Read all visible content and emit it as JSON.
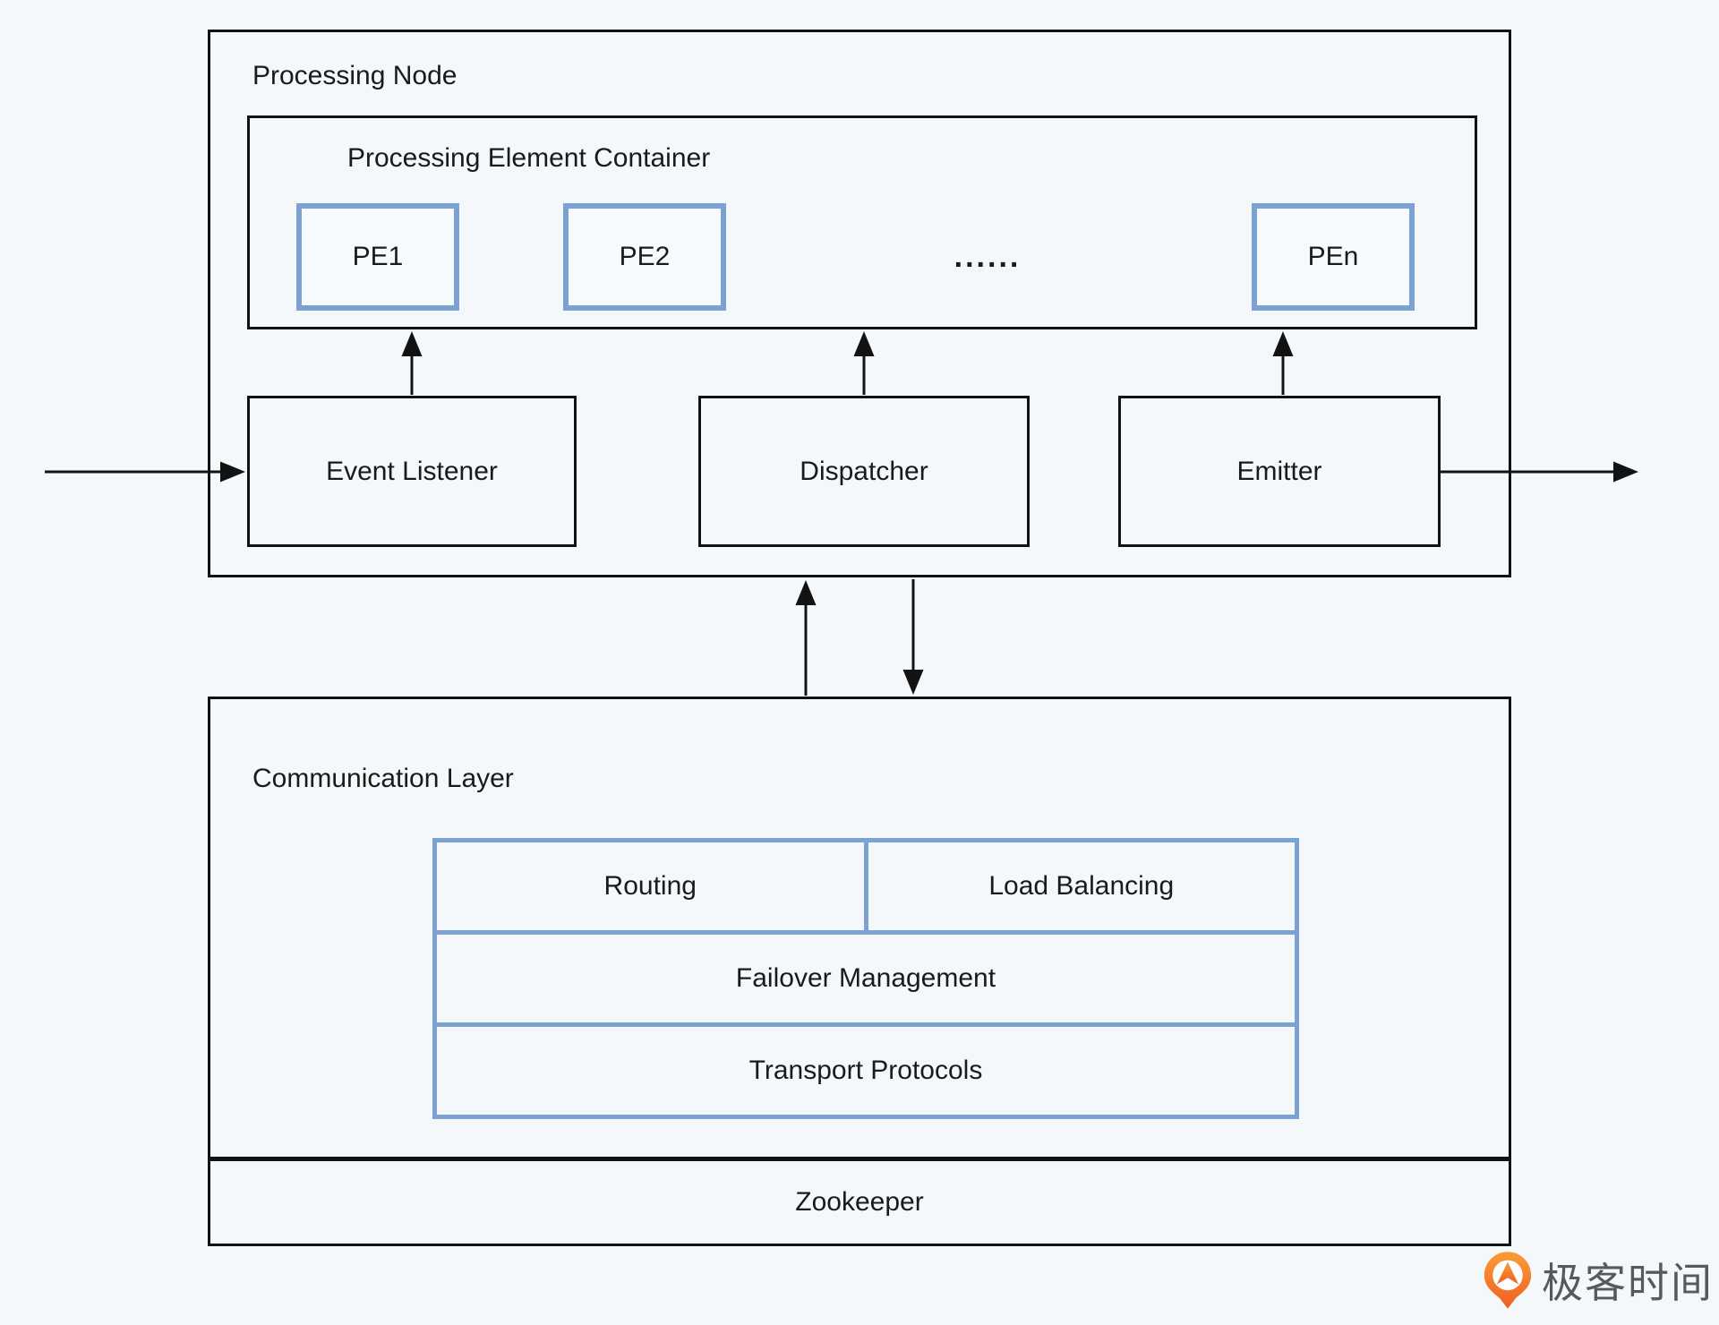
{
  "page": {
    "background_color": "#f4f8fa",
    "line_color": "#121212",
    "accent_blue": "#7ca2d4"
  },
  "processing_node": {
    "title": "Processing Node",
    "pe_container": {
      "title": "Processing Element Container",
      "elements": [
        {
          "label": "PE1"
        },
        {
          "label": "PE2"
        },
        {
          "label": "PEn"
        }
      ],
      "ellipsis": "......"
    },
    "components": [
      {
        "label": "Event Listener"
      },
      {
        "label": "Dispatcher"
      },
      {
        "label": "Emitter"
      }
    ]
  },
  "communication_layer": {
    "title": "Communication Layer",
    "services_row1": [
      {
        "label": "Routing"
      },
      {
        "label": "Load Balancing"
      }
    ],
    "services_row2": {
      "label": "Failover Management"
    },
    "services_row3": {
      "label": "Transport Protocols"
    },
    "zookeeper_label": "Zookeeper"
  },
  "branding": {
    "logo_text": "极客时间",
    "logo_orange": "#f3701f",
    "logo_text_color": "#58595b"
  }
}
